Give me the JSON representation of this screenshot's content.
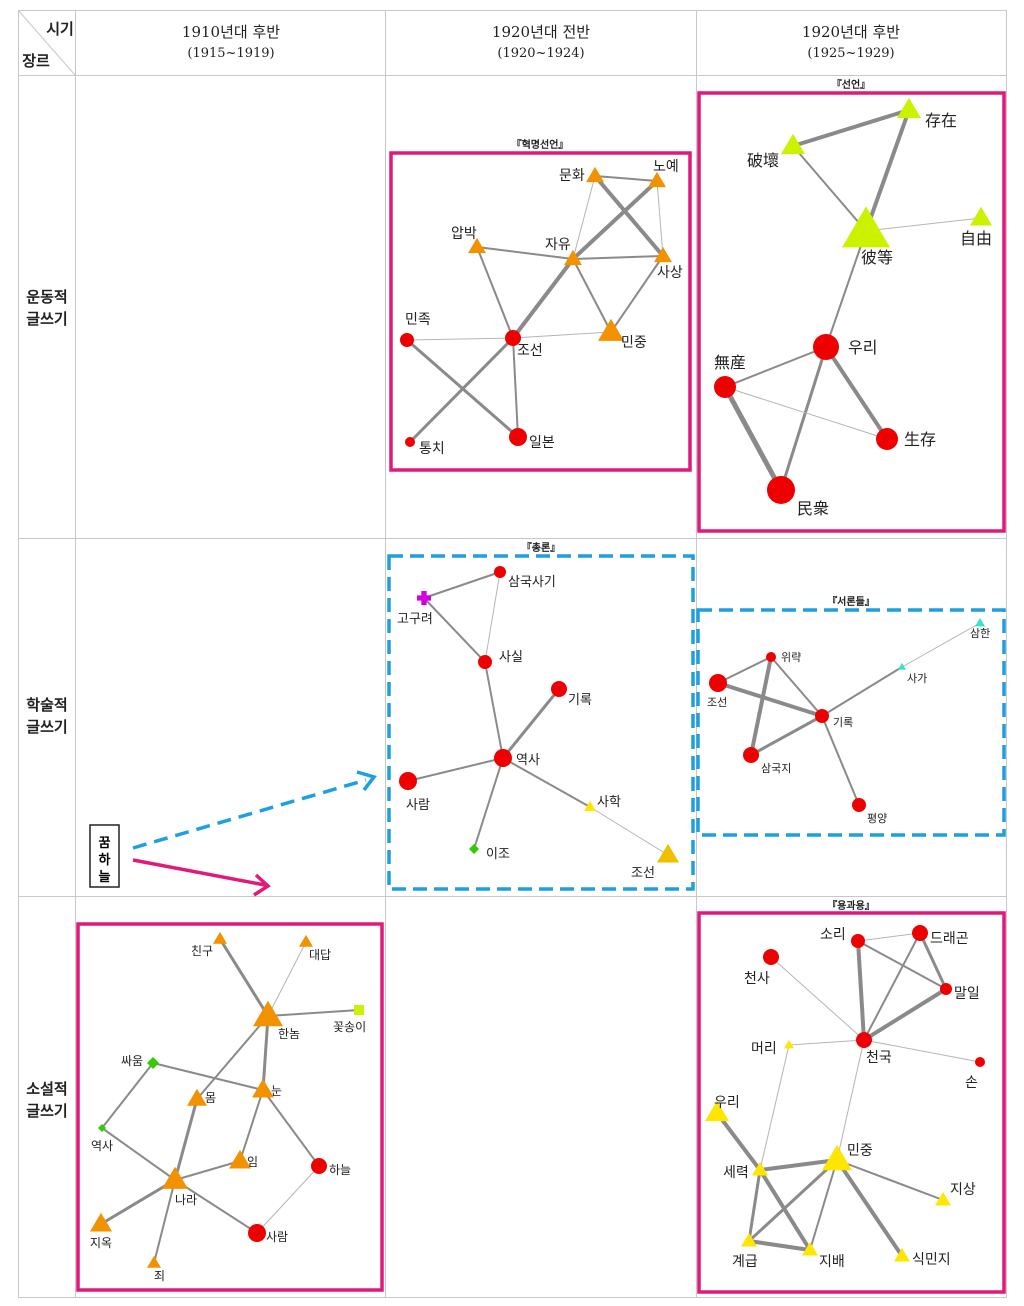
{
  "header": {
    "corner_top": "시기",
    "corner_bottom": "장르",
    "periods": [
      {
        "label": "1910년대 후반",
        "range": "(1915~1919)"
      },
      {
        "label": "1920년대 전반",
        "range": "(1920~1924)"
      },
      {
        "label": "1920년대 후반",
        "range": "(1925~1929)"
      }
    ]
  },
  "rows": [
    {
      "label1": "운동적",
      "label2": "글쓰기"
    },
    {
      "label1": "학술적",
      "label2": "글쓰기"
    },
    {
      "label1": "소설적",
      "label2": "글쓰기"
    }
  ],
  "legend_chars": [
    "꿈",
    "하",
    "늘"
  ],
  "colors": {
    "pink": "#e0197a",
    "blue": "#1e9fdf",
    "red": "#ee0000",
    "orange": "#f39200",
    "yellow": "#ffe600",
    "lime": "#ccf200",
    "green": "#33cc00",
    "magenta": "#d400e0",
    "cyan": "#33e6c8",
    "gold": "#f0c000",
    "edge": "#8a8a8a",
    "grid": "#c8c8c8"
  },
  "networks": [
    {
      "id": "hyeokmyeong",
      "title": "『혁명선언』",
      "nodes": [
        {
          "id": "munhwa",
          "label": "문화",
          "shape": "triangle",
          "color": "orange"
        },
        {
          "id": "noye",
          "label": "노예",
          "shape": "triangle",
          "color": "orange"
        },
        {
          "id": "apbak",
          "label": "압박",
          "shape": "triangle",
          "color": "orange"
        },
        {
          "id": "jayu",
          "label": "자유",
          "shape": "triangle",
          "color": "orange"
        },
        {
          "id": "sasang",
          "label": "사상",
          "shape": "triangle",
          "color": "orange"
        },
        {
          "id": "minjok",
          "label": "민족",
          "shape": "circle",
          "color": "red"
        },
        {
          "id": "joseon",
          "label": "조선",
          "shape": "circle",
          "color": "red"
        },
        {
          "id": "minjung",
          "label": "민중",
          "shape": "triangle",
          "color": "orange"
        },
        {
          "id": "tongchi",
          "label": "통치",
          "shape": "circle",
          "color": "red"
        },
        {
          "id": "ilbon",
          "label": "일본",
          "shape": "circle",
          "color": "red"
        }
      ],
      "edges": [
        [
          "munhwa",
          "noye"
        ],
        [
          "munhwa",
          "sasang"
        ],
        [
          "noye",
          "sasang"
        ],
        [
          "noye",
          "jayu"
        ],
        [
          "munhwa",
          "jayu"
        ],
        [
          "apbak",
          "jayu"
        ],
        [
          "jayu",
          "sasang"
        ],
        [
          "jayu",
          "joseon"
        ],
        [
          "jayu",
          "minjung"
        ],
        [
          "apbak",
          "joseon"
        ],
        [
          "minjok",
          "joseon"
        ],
        [
          "joseon",
          "minjung"
        ],
        [
          "minjok",
          "ilbon"
        ],
        [
          "tongchi",
          "joseon"
        ],
        [
          "joseon",
          "ilbon"
        ],
        [
          "sasang",
          "minjung"
        ]
      ]
    },
    {
      "id": "seoneon",
      "title": "『선언』",
      "nodes": [
        {
          "id": "jonjae",
          "label": "存在",
          "shape": "triangle",
          "color": "lime"
        },
        {
          "id": "pagoe",
          "label": "破壞",
          "shape": "triangle",
          "color": "lime"
        },
        {
          "id": "jayu2",
          "label": "自由",
          "shape": "triangle",
          "color": "lime"
        },
        {
          "id": "pideung",
          "label": "彼等",
          "shape": "triangle",
          "color": "lime"
        },
        {
          "id": "uri",
          "label": "우리",
          "shape": "circle",
          "color": "red"
        },
        {
          "id": "musan",
          "label": "無産",
          "shape": "circle",
          "color": "red"
        },
        {
          "id": "saengjon",
          "label": "生存",
          "shape": "circle",
          "color": "red"
        },
        {
          "id": "minjung2",
          "label": "民衆",
          "shape": "circle",
          "color": "red"
        }
      ],
      "edges": [
        [
          "pagoe",
          "jonjae"
        ],
        [
          "jonjae",
          "pideung"
        ],
        [
          "pagoe",
          "pideung"
        ],
        [
          "pideung",
          "jayu2"
        ],
        [
          "pideung",
          "uri"
        ],
        [
          "uri",
          "musan"
        ],
        [
          "uri",
          "saengjon"
        ],
        [
          "uri",
          "minjung2"
        ],
        [
          "musan",
          "minjung2"
        ],
        [
          "musan",
          "saengjon"
        ]
      ]
    },
    {
      "id": "chongnon",
      "title": "『총론』",
      "nodes": [
        {
          "id": "samguksagi",
          "label": "삼국사기",
          "shape": "circle",
          "color": "red"
        },
        {
          "id": "goguryeo",
          "label": "고구려",
          "shape": "cross",
          "color": "magenta"
        },
        {
          "id": "sasil",
          "label": "사실",
          "shape": "circle",
          "color": "red"
        },
        {
          "id": "girok",
          "label": "기록",
          "shape": "circle",
          "color": "red"
        },
        {
          "id": "yeoksa",
          "label": "역사",
          "shape": "circle",
          "color": "red"
        },
        {
          "id": "saram",
          "label": "사람",
          "shape": "circle",
          "color": "red"
        },
        {
          "id": "sahak",
          "label": "사학",
          "shape": "triangle",
          "color": "yellow"
        },
        {
          "id": "ijo",
          "label": "이조",
          "shape": "diamond",
          "color": "green"
        },
        {
          "id": "joseon3",
          "label": "조선",
          "shape": "triangle",
          "color": "gold"
        }
      ],
      "edges": [
        [
          "goguryeo",
          "samguksagi"
        ],
        [
          "goguryeo",
          "sasil"
        ],
        [
          "samguksagi",
          "sasil"
        ],
        [
          "sasil",
          "yeoksa"
        ],
        [
          "girok",
          "yeoksa"
        ],
        [
          "saram",
          "yeoksa"
        ],
        [
          "yeoksa",
          "ijo"
        ],
        [
          "yeoksa",
          "sahak"
        ],
        [
          "sahak",
          "joseon3"
        ]
      ]
    },
    {
      "id": "seorondeul",
      "title": "『서론들』",
      "nodes": [
        {
          "id": "samhan",
          "label": "삼한",
          "shape": "triangle",
          "color": "cyan"
        },
        {
          "id": "wiryak",
          "label": "위략",
          "shape": "circle",
          "color": "red"
        },
        {
          "id": "saga",
          "label": "사가",
          "shape": "triangle",
          "color": "cyan"
        },
        {
          "id": "joseon4",
          "label": "조선",
          "shape": "circle",
          "color": "red"
        },
        {
          "id": "girok4",
          "label": "기록",
          "shape": "circle",
          "color": "red"
        },
        {
          "id": "samgukji",
          "label": "삼국지",
          "shape": "circle",
          "color": "red"
        },
        {
          "id": "pyeongyang",
          "label": "평양",
          "shape": "circle",
          "color": "red"
        }
      ],
      "edges": [
        [
          "joseon4",
          "wiryak"
        ],
        [
          "wiryak",
          "girok4"
        ],
        [
          "joseon4",
          "girok4"
        ],
        [
          "wiryak",
          "samgukji"
        ],
        [
          "samgukji",
          "girok4"
        ],
        [
          "girok4",
          "saga"
        ],
        [
          "saga",
          "samhan"
        ],
        [
          "girok4",
          "pyeongyang"
        ]
      ]
    },
    {
      "id": "kkumhaneul",
      "title": "",
      "nodes": [
        {
          "id": "chingu",
          "label": "친구",
          "shape": "triangle",
          "color": "orange"
        },
        {
          "id": "daedap",
          "label": "대답",
          "shape": "triangle",
          "color": "orange"
        },
        {
          "id": "kkotsong",
          "label": "꽃송이",
          "shape": "square",
          "color": "lime"
        },
        {
          "id": "hannom",
          "label": "한놈",
          "shape": "triangle",
          "color": "orange"
        },
        {
          "id": "ssaum",
          "label": "싸움",
          "shape": "diamond",
          "color": "green"
        },
        {
          "id": "mom",
          "label": "몸",
          "shape": "triangle",
          "color": "orange"
        },
        {
          "id": "nun",
          "label": "눈",
          "shape": "triangle",
          "color": "orange"
        },
        {
          "id": "yeoksa5",
          "label": "역사",
          "shape": "diamond",
          "color": "green"
        },
        {
          "id": "im",
          "label": "임",
          "shape": "triangle",
          "color": "orange"
        },
        {
          "id": "haneul",
          "label": "하늘",
          "shape": "circle",
          "color": "red"
        },
        {
          "id": "nara",
          "label": "나라",
          "shape": "triangle",
          "color": "orange"
        },
        {
          "id": "jiok",
          "label": "지옥",
          "shape": "triangle",
          "color": "orange"
        },
        {
          "id": "saram5",
          "label": "사람",
          "shape": "circle",
          "color": "red"
        },
        {
          "id": "joe",
          "label": "죄",
          "shape": "triangle",
          "color": "orange"
        }
      ],
      "edges": [
        [
          "chingu",
          "hannom"
        ],
        [
          "daedap",
          "hannom"
        ],
        [
          "kkotsong",
          "hannom"
        ],
        [
          "hannom",
          "mom"
        ],
        [
          "hannom",
          "nun"
        ],
        [
          "ssaum",
          "nun"
        ],
        [
          "ssaum",
          "yeoksa5"
        ],
        [
          "nun",
          "im"
        ],
        [
          "nun",
          "haneul"
        ],
        [
          "mom",
          "nara"
        ],
        [
          "yeoksa5",
          "nara"
        ],
        [
          "im",
          "nara"
        ],
        [
          "nara",
          "jiok"
        ],
        [
          "nara",
          "joe"
        ],
        [
          "nara",
          "saram5"
        ],
        [
          "haneul",
          "saram5"
        ]
      ]
    },
    {
      "id": "yonggwayong",
      "title": "『용과용』",
      "nodes": [
        {
          "id": "sori",
          "label": "소리",
          "shape": "circle",
          "color": "red"
        },
        {
          "id": "dragon",
          "label": "드래곤",
          "shape": "circle",
          "color": "red"
        },
        {
          "id": "cheonsa",
          "label": "천사",
          "shape": "circle",
          "color": "red"
        },
        {
          "id": "mal",
          "label": "말일",
          "shape": "circle",
          "color": "red"
        },
        {
          "id": "meori",
          "label": "머리",
          "shape": "triangle",
          "color": "yellow"
        },
        {
          "id": "cheonguk",
          "label": "천국",
          "shape": "circle",
          "color": "red"
        },
        {
          "id": "son",
          "label": "손",
          "shape": "circle",
          "color": "red"
        },
        {
          "id": "uri6",
          "label": "우리",
          "shape": "triangle",
          "color": "yellow"
        },
        {
          "id": "minjung6",
          "label": "민중",
          "shape": "triangle",
          "color": "yellow"
        },
        {
          "id": "seryeok",
          "label": "세력",
          "shape": "triangle",
          "color": "yellow"
        },
        {
          "id": "jisang",
          "label": "지상",
          "shape": "triangle",
          "color": "yellow"
        },
        {
          "id": "gyegeup",
          "label": "계급",
          "shape": "triangle",
          "color": "yellow"
        },
        {
          "id": "jibae",
          "label": "지배",
          "shape": "triangle",
          "color": "yellow"
        },
        {
          "id": "sikminji",
          "label": "식민지",
          "shape": "triangle",
          "color": "yellow"
        }
      ],
      "edges": [
        [
          "sori",
          "dragon"
        ],
        [
          "sori",
          "mal"
        ],
        [
          "dragon",
          "mal"
        ],
        [
          "sori",
          "cheonguk"
        ],
        [
          "dragon",
          "cheonguk"
        ],
        [
          "mal",
          "cheonguk"
        ],
        [
          "cheonsa",
          "cheonguk"
        ],
        [
          "meori",
          "cheonguk"
        ],
        [
          "cheonguk",
          "son"
        ],
        [
          "cheonguk",
          "minjung6"
        ],
        [
          "meori",
          "seryeok"
        ],
        [
          "uri6",
          "seryeok"
        ],
        [
          "seryeok",
          "minjung6"
        ],
        [
          "minjung6",
          "jisang"
        ],
        [
          "minjung6",
          "sikminji"
        ],
        [
          "seryeok",
          "gyegeup"
        ],
        [
          "seryeok",
          "jibae"
        ],
        [
          "gyegeup",
          "jibae"
        ],
        [
          "minjung6",
          "gyegeup"
        ],
        [
          "minjung6",
          "jibae"
        ]
      ]
    }
  ]
}
